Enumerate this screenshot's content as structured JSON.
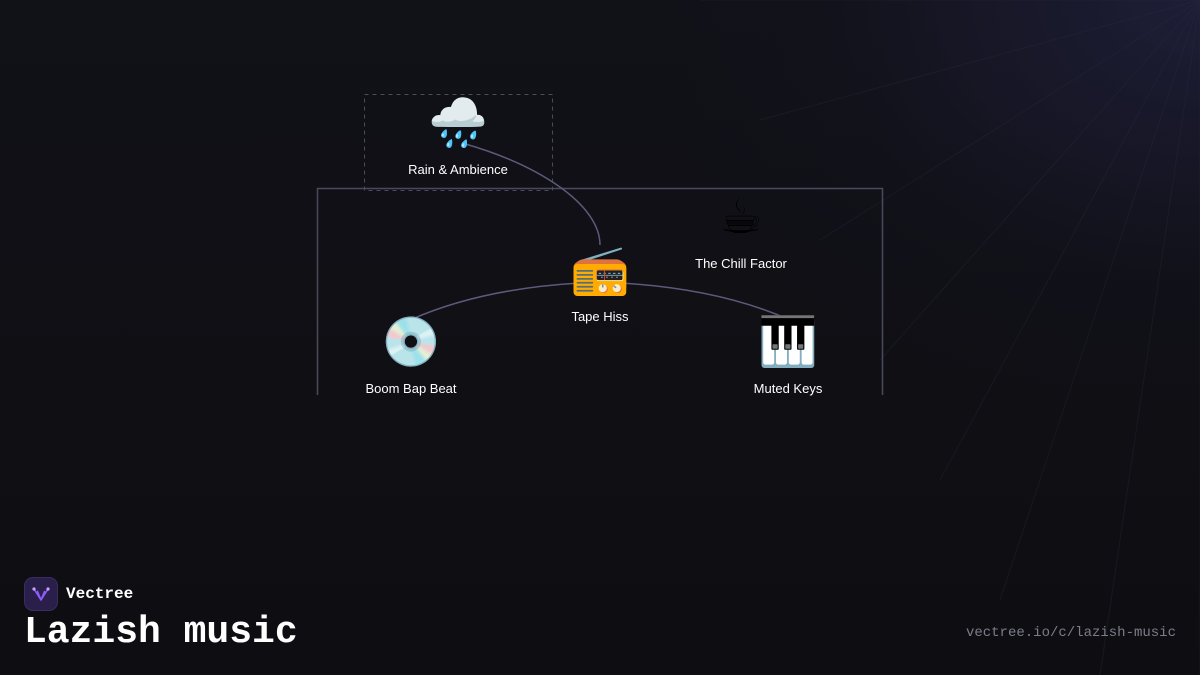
{
  "diagram": {
    "nodes": [
      {
        "id": "rain",
        "icon": "🌧️",
        "icon_name": "rain-cloud-icon",
        "label": "Rain & Ambience"
      },
      {
        "id": "chill",
        "icon": "☕",
        "icon_name": "coffee-cup-icon",
        "label": "The Chill Factor"
      },
      {
        "id": "tape",
        "icon": "📻",
        "icon_name": "radio-icon",
        "label": "Tape Hiss"
      },
      {
        "id": "boom",
        "icon": "💿",
        "icon_name": "cd-disc-icon",
        "label": "Boom Bap Beat"
      },
      {
        "id": "keys",
        "icon": "🎹",
        "icon_name": "piano-keys-icon",
        "label": "Muted Keys"
      }
    ],
    "edges": [
      {
        "from": "rain",
        "to": "tape"
      },
      {
        "from": "tape",
        "to": "boom"
      },
      {
        "from": "tape",
        "to": "keys"
      }
    ]
  },
  "brand": {
    "name": "Vectree",
    "logo_icon": "vectree-logo-icon",
    "accent_color": "#8b5cf6"
  },
  "title": "Lazish music",
  "url": "vectree.io/c/lazish-music",
  "colors": {
    "background": "#0f0f14",
    "edge": "#5c5a7a",
    "frame": "#4a4a5c",
    "text": "#ffffff",
    "muted_text": "#7c7c88"
  }
}
